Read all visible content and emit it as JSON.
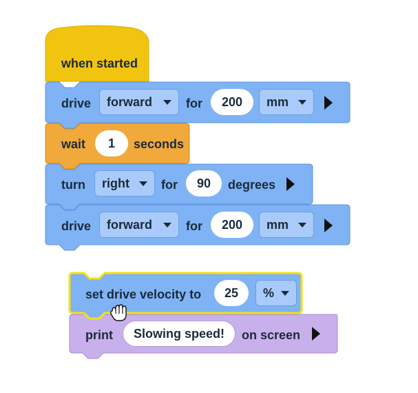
{
  "stack1": {
    "hat": {
      "label": "when started",
      "color": "#f1c40f"
    },
    "drive1": {
      "label": "drive",
      "direction": "forward",
      "for": "for",
      "distance": "200",
      "unit": "mm"
    },
    "wait": {
      "label": "wait",
      "value": "1",
      "suffix": "seconds",
      "color": "#f0a93a"
    },
    "turn": {
      "label": "turn",
      "direction": "right",
      "for": "for",
      "angle": "90",
      "suffix": "degrees"
    },
    "drive2": {
      "label": "drive",
      "direction": "forward",
      "for": "for",
      "distance": "200",
      "unit": "mm"
    },
    "motion_color": "#7fb3f5"
  },
  "stack2": {
    "velocity": {
      "label": "set drive velocity to",
      "value": "25",
      "unit": "%",
      "highlight": "#f5e211"
    },
    "print": {
      "label": "print",
      "text": "Slowing speed!",
      "suffix": "on screen",
      "color": "#c8b0ec"
    }
  },
  "cursor": {
    "icon": "grab-hand-icon"
  }
}
